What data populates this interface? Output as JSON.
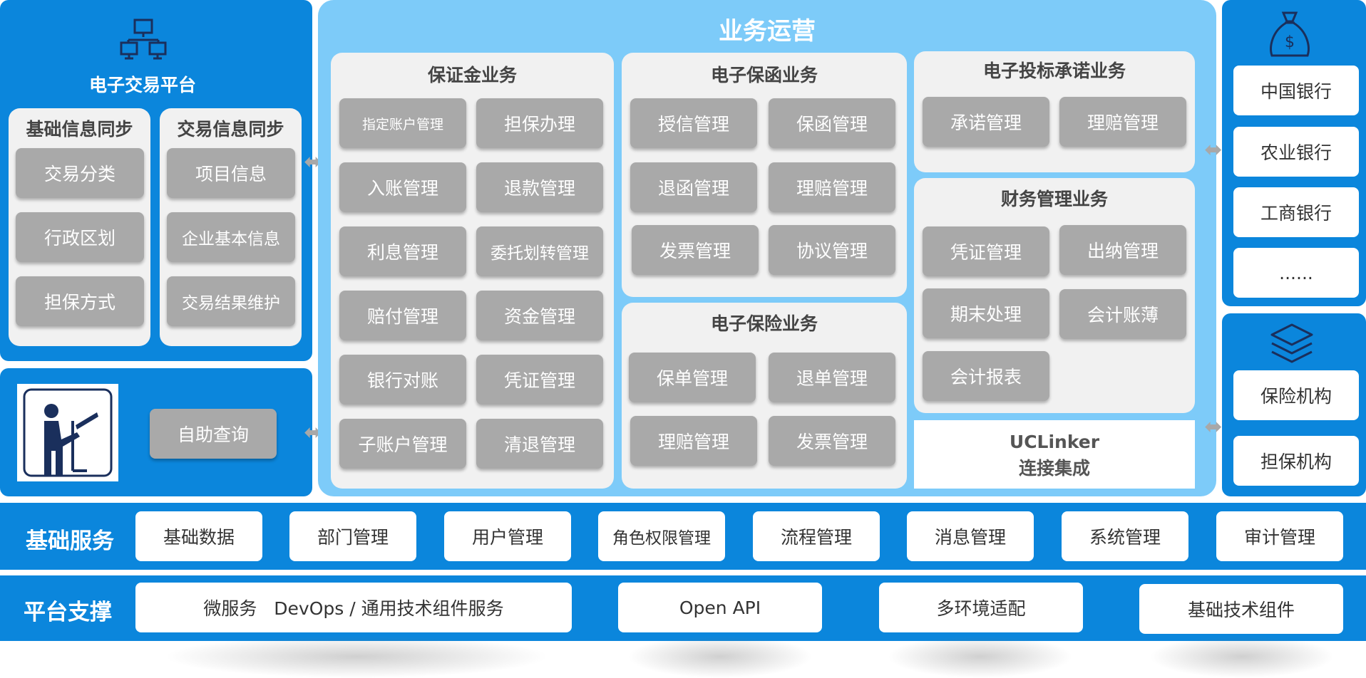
{
  "left_top": {
    "title": "电子交易平台",
    "basic_sync": {
      "title": "基础信息同步",
      "items": [
        "交易分类",
        "行政区划",
        "担保方式"
      ]
    },
    "trade_sync": {
      "title": "交易信息同步",
      "items": [
        "项目信息",
        "企业基本信息",
        "交易结果维护"
      ]
    }
  },
  "left_bottom": {
    "self_query": "自助查询"
  },
  "operations": {
    "title": "业务运营",
    "deposit": {
      "title": "保证金业务",
      "items": [
        "指定账户管理",
        "担保办理",
        "入账管理",
        "退款管理",
        "利息管理",
        "委托划转管理",
        "赔付管理",
        "资金管理",
        "银行对账",
        "凭证管理",
        "子账户管理",
        "清退管理"
      ]
    },
    "guarantee": {
      "title": "电子保函业务",
      "items": [
        "授信管理",
        "保函管理",
        "退函管理",
        "理赔管理",
        "发票管理",
        "协议管理"
      ]
    },
    "insurance": {
      "title": "电子保险业务",
      "items": [
        "保单管理",
        "退单管理",
        "理赔管理",
        "发票管理"
      ]
    },
    "bid_promise": {
      "title": "电子投标承诺业务",
      "items": [
        "承诺管理",
        "理赔管理"
      ]
    },
    "finance": {
      "title": "财务管理业务",
      "items": [
        "凭证管理",
        "出纳管理",
        "期末处理",
        "会计账薄",
        "会计报表"
      ]
    },
    "uclinker": {
      "line1": "UCLinker",
      "line2": "连接集成"
    }
  },
  "banks": {
    "items": [
      "中国银行",
      "农业银行",
      "工商银行",
      "......"
    ]
  },
  "institutions": {
    "items": [
      "保险机构",
      "担保机构"
    ]
  },
  "basic_services": {
    "title": "基础服务",
    "items": [
      "基础数据",
      "部门管理",
      "用户管理",
      "角色权限管理",
      "流程管理",
      "消息管理",
      "系统管理",
      "审计管理"
    ]
  },
  "platform_support": {
    "title": "平台支撑",
    "items": [
      "微服务   DevOps / 通用技术组件服务",
      "Open API",
      "多环境适配",
      "基础技术组件"
    ]
  },
  "colors": {
    "primary_blue": "#0b86dc",
    "light_blue": "#7dcbf9",
    "panel_gray": "#f1f1f1",
    "button_gray": "#a9a9a9",
    "icon_navy": "#1a2f5c"
  }
}
